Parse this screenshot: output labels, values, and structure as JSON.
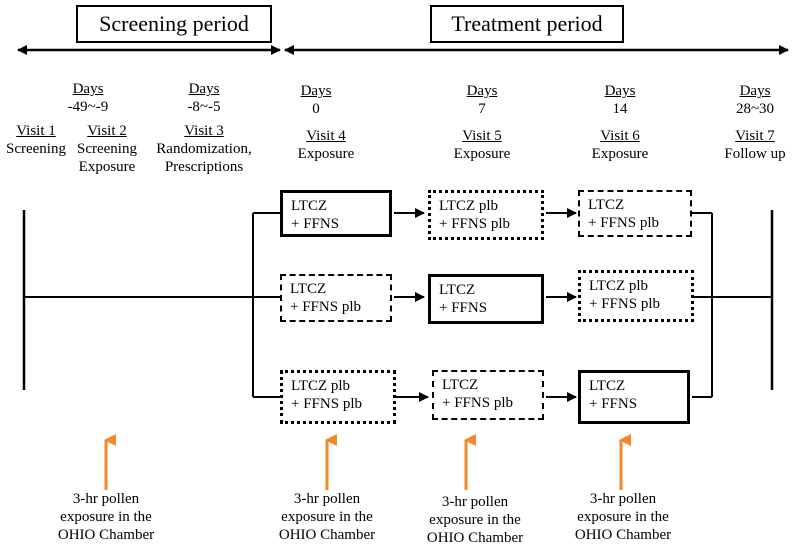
{
  "periods": {
    "screening": "Screening period",
    "treatment": "Treatment period"
  },
  "days": [
    {
      "label": "Days",
      "value": "-49~-9"
    },
    {
      "label": "Days",
      "value": "-8~-5"
    },
    {
      "label": "Days",
      "value": "0"
    },
    {
      "label": "Days",
      "value": "7"
    },
    {
      "label": "Days",
      "value": "14"
    },
    {
      "label": "Days",
      "value": "28~30"
    }
  ],
  "visits": [
    {
      "label": "Visit 1",
      "desc": "Screening"
    },
    {
      "label": "Visit 2",
      "desc": "Screening\nExposure"
    },
    {
      "label": "Visit 3",
      "desc": "Randomization,\nPrescriptions"
    },
    {
      "label": "Visit 4",
      "desc": "Exposure"
    },
    {
      "label": "Visit 5",
      "desc": "Exposure"
    },
    {
      "label": "Visit 6",
      "desc": "Exposure"
    },
    {
      "label": "Visit 7",
      "desc": "Follow up"
    }
  ],
  "treatments": {
    "row1": [
      {
        "line1": "LTCZ",
        "line2": "+ FFNS",
        "style": "solid"
      },
      {
        "line1": "LTCZ plb",
        "line2": "+ FFNS plb",
        "style": "dotted"
      },
      {
        "line1": "LTCZ",
        "line2": "+ FFNS plb",
        "style": "dashed"
      }
    ],
    "row2": [
      {
        "line1": "LTCZ",
        "line2": "+ FFNS plb",
        "style": "dashed"
      },
      {
        "line1": "LTCZ",
        "line2": "+ FFNS",
        "style": "solid"
      },
      {
        "line1": "LTCZ plb",
        "line2": "+ FFNS plb",
        "style": "dotted"
      }
    ],
    "row3": [
      {
        "line1": "LTCZ plb",
        "line2": "+ FFNS plb",
        "style": "dotted"
      },
      {
        "line1": "LTCZ",
        "line2": "+ FFNS plb",
        "style": "dashed"
      },
      {
        "line1": "LTCZ",
        "line2": "+ FFNS",
        "style": "solid"
      }
    ]
  },
  "exposure_note": "3-hr pollen exposure in the OHIO Chamber",
  "arrow_color": "#f0892a"
}
